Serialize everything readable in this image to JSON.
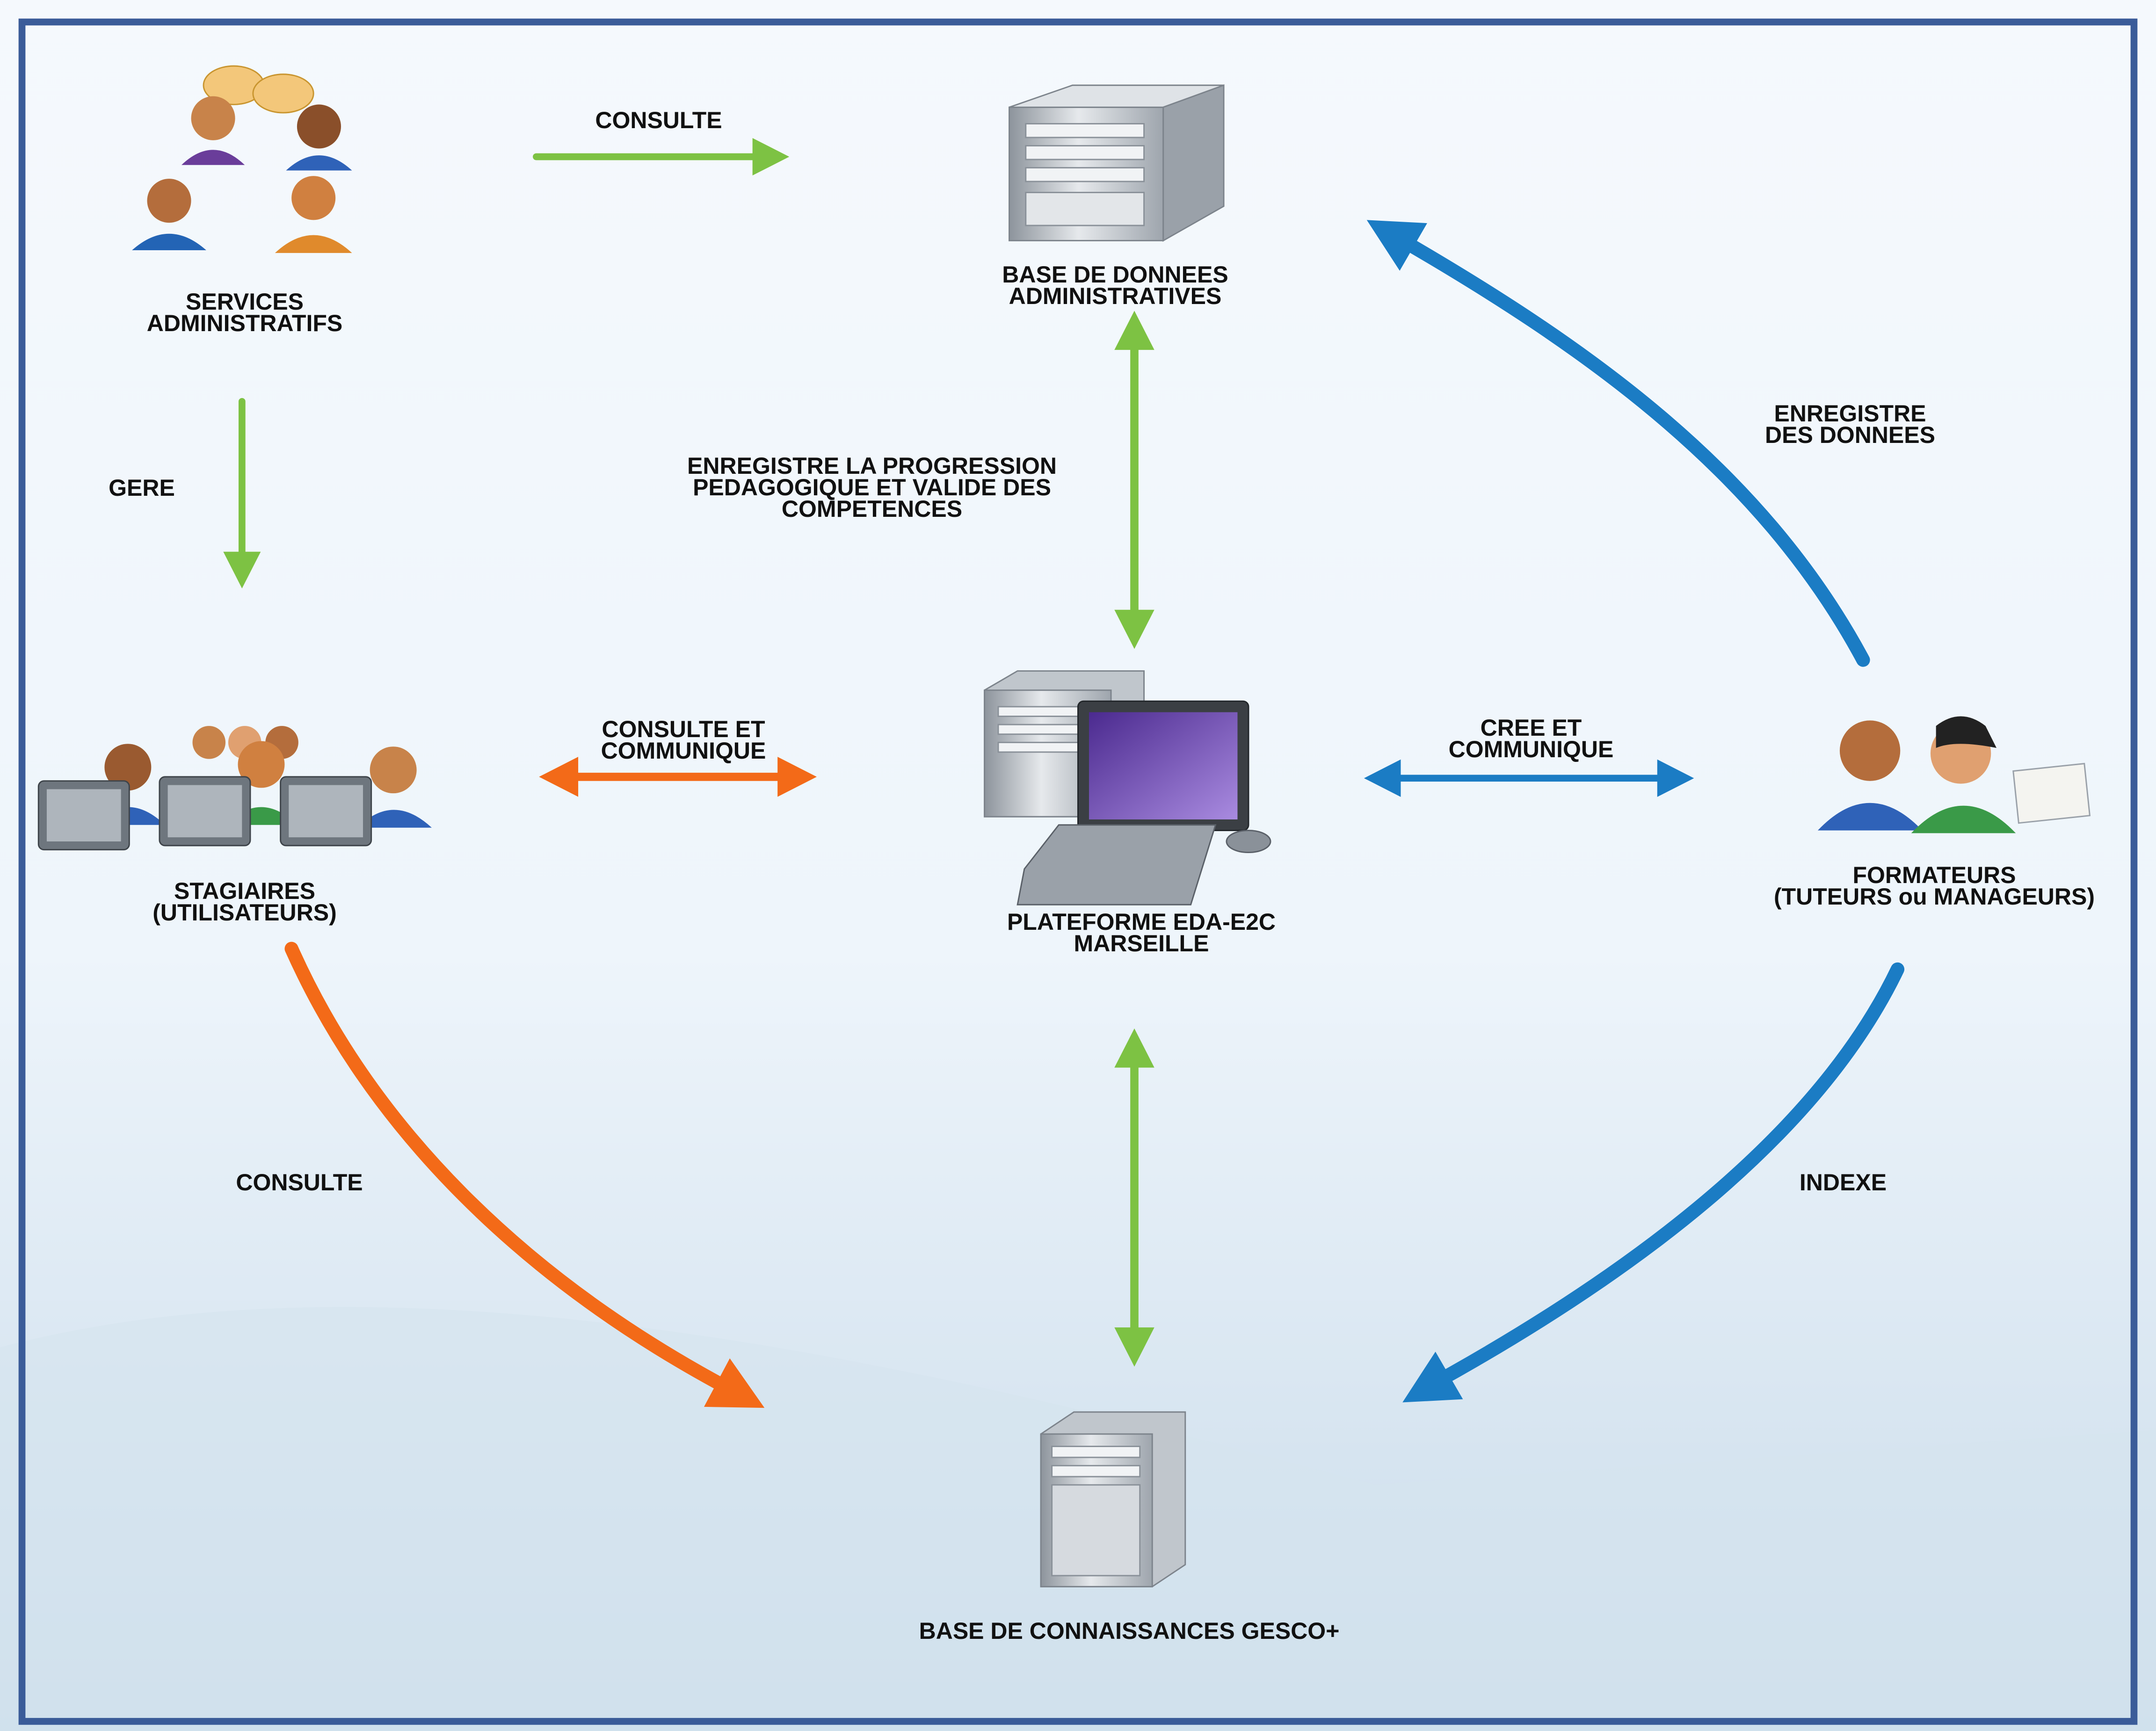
{
  "nodes": {
    "services": {
      "lines": [
        "SERVICES",
        "ADMINISTRATIFS"
      ],
      "icon": "people-group-icon"
    },
    "base_admin": {
      "lines": [
        "BASE DE DONNEES",
        "ADMINISTRATIVES"
      ],
      "icon": "server-tower-icon"
    },
    "stagiaires": {
      "lines": [
        "STAGIAIRES",
        "(UTILISATEURS)"
      ],
      "icon": "users-at-computers-icon"
    },
    "plateforme": {
      "lines": [
        "PLATEFORME EDA-E2C",
        "MARSEILLE"
      ],
      "icon": "desktop-computer-icon"
    },
    "formateurs": {
      "lines": [
        "FORMATEURS",
        "(TUTEURS ou MANAGEURS)"
      ],
      "icon": "trainers-icon"
    },
    "base_connaissances": {
      "lines": [
        "BASE DE CONNAISSANCES GESCO+"
      ],
      "icon": "server-rack-icon"
    }
  },
  "edges": {
    "services_consulte": {
      "lines": [
        "CONSULTE"
      ],
      "color": "#7dc243"
    },
    "services_gere": {
      "lines": [
        "GERE"
      ],
      "color": "#7dc243"
    },
    "admin_plateforme": {
      "lines": [
        "ENREGISTRE LA PROGRESSION",
        "PEDAGOGIQUE ET VALIDE DES",
        "COMPETENCES"
      ],
      "color": "#7dc243"
    },
    "stagiaires_plateforme": {
      "lines": [
        "CONSULTE ET",
        "COMMUNIQUE"
      ],
      "color": "#f36a18"
    },
    "plateforme_formateurs": {
      "lines": [
        "CREE ET",
        "COMMUNIQUE"
      ],
      "color": "#1b7cc4"
    },
    "formateurs_admin": {
      "lines": [
        "ENREGISTRE",
        "DES DONNEES"
      ],
      "color": "#1b7cc4"
    },
    "stagiaires_connaissances": {
      "lines": [
        "CONSULTE"
      ],
      "color": "#f36a18"
    },
    "formateurs_connaissances": {
      "lines": [
        "INDEXE"
      ],
      "color": "#1b7cc4"
    },
    "plateforme_connaissances": {
      "lines": [],
      "color": "#7dc243"
    }
  },
  "frame_color": "#3b5c99"
}
